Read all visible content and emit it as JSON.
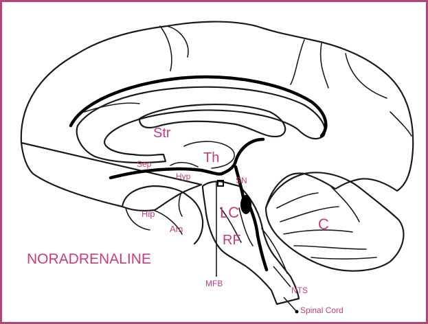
{
  "title": "NORADRENALINE",
  "labels": {
    "str": "Str",
    "th": "Th",
    "sep": "Sep",
    "hyp": "Hyp",
    "sn": "SN",
    "hip": "Hip",
    "am": "Am",
    "lc": "LC",
    "rf": "RF",
    "c": "C",
    "mfb": "MFB",
    "nts": "NTS",
    "spinal_cord": "Spinal Cord"
  },
  "colors": {
    "frame": "#b0477a",
    "label": "#c63b7c",
    "lines": "#1a1a1a"
  }
}
